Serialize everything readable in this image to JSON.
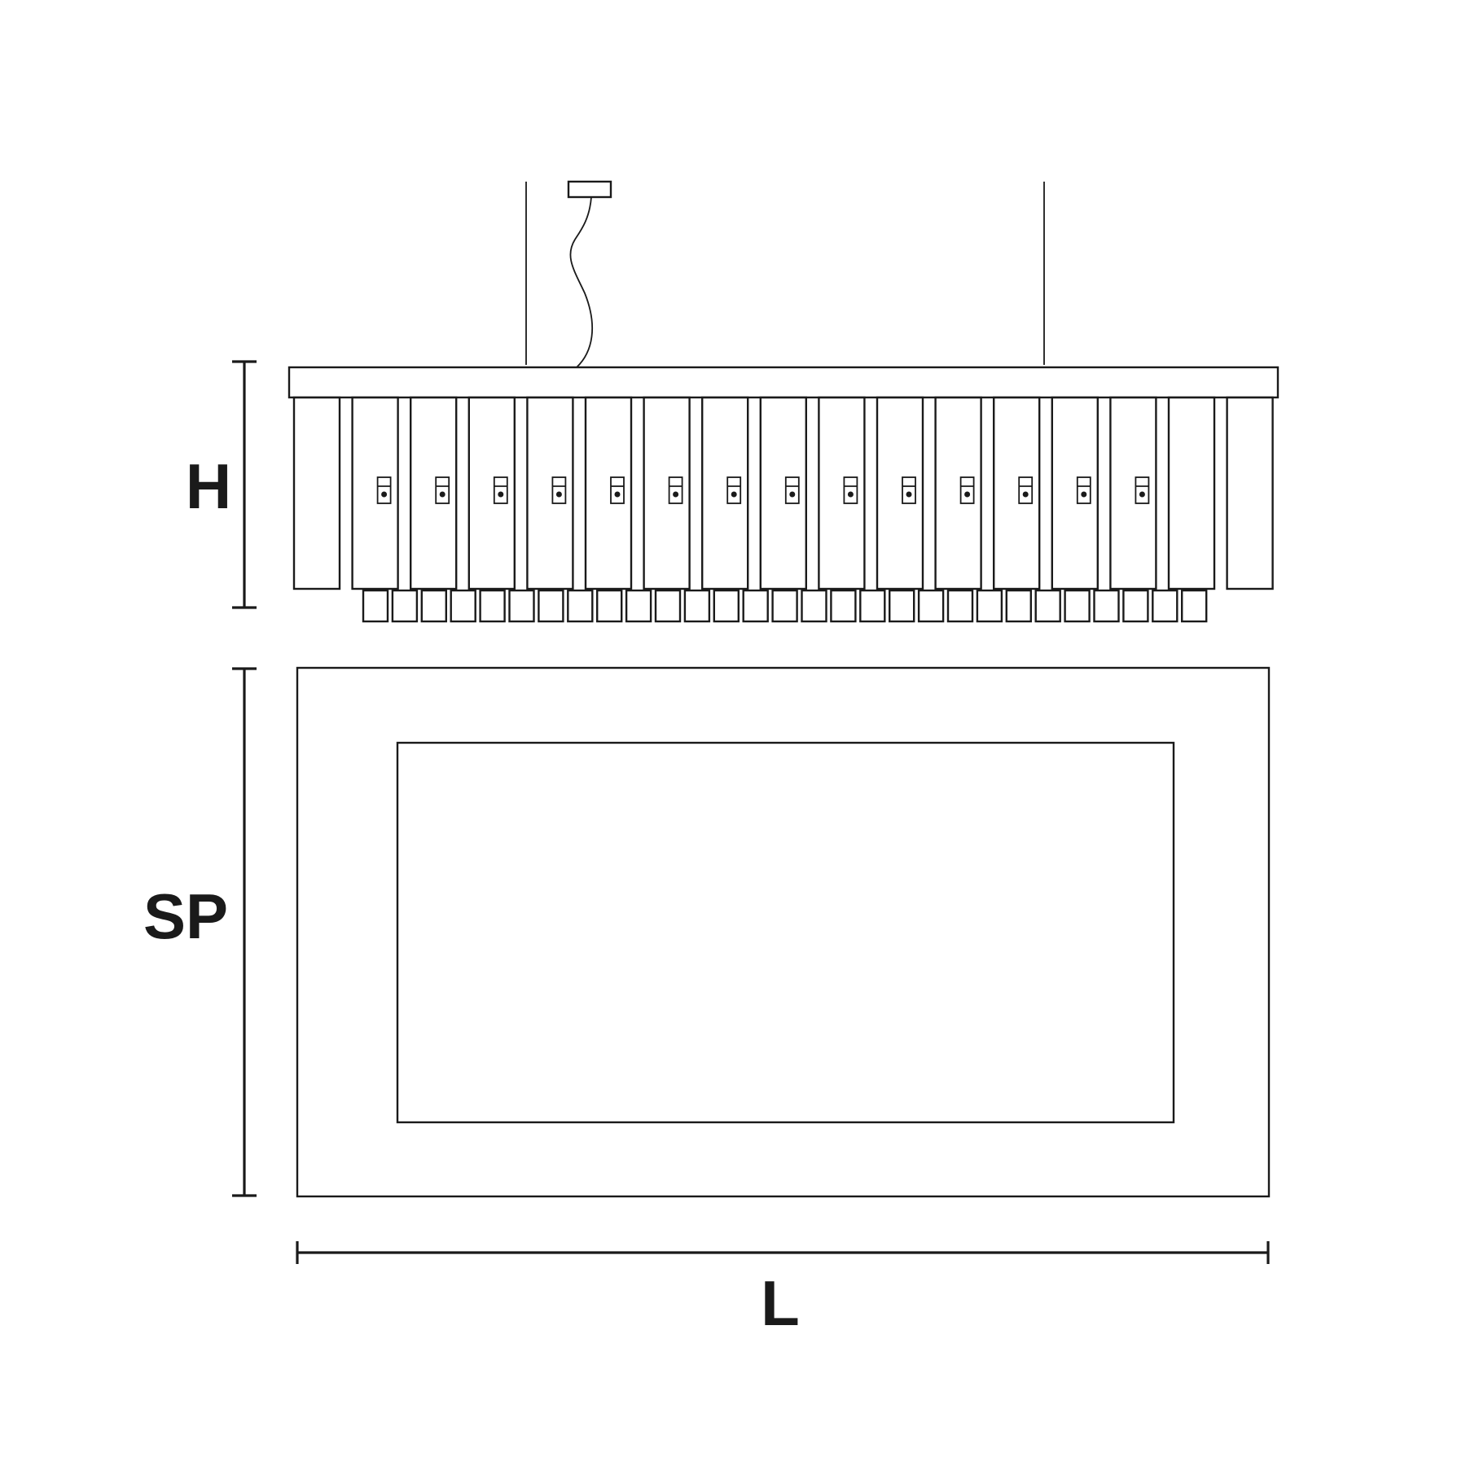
{
  "labels": {
    "height": "H",
    "depth": "SP",
    "length": "L"
  },
  "colors": {
    "line": "#1a1a1a",
    "background": "#ffffff"
  },
  "components": {
    "hanging_crystals": 17,
    "bottom_crystals": 29,
    "clips": 14
  }
}
